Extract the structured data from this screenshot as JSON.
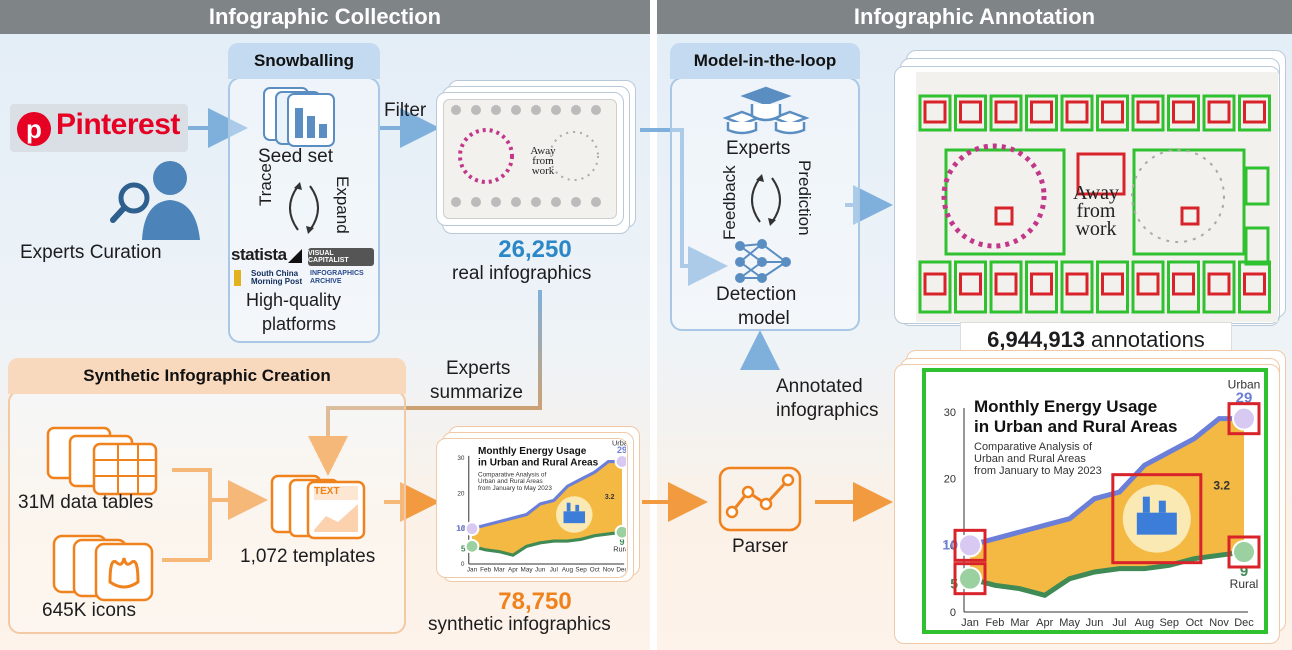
{
  "headers": {
    "collection": "Infographic Collection",
    "annotation": "Infographic Annotation"
  },
  "curation": {
    "brand": "Pinterest",
    "label": "Experts Curation"
  },
  "snowball": {
    "title": "Snowballing",
    "seed": "Seed set",
    "trace": "Trace",
    "expand": "Expand",
    "platforms": [
      "statista",
      "VISUAL CAPITALIST",
      "South China Morning Post",
      "INFOGRAPHICS ARCHIVE"
    ],
    "label1": "High-quality",
    "label2": "platforms"
  },
  "filter": "Filter",
  "real": {
    "count": "26,250",
    "label": "real infographics",
    "thumb_title": "Away from work"
  },
  "summarize": {
    "l1": "Experts",
    "l2": "summarize"
  },
  "synthetic": {
    "title": "Synthetic Infographic Creation",
    "tables": "31M data tables",
    "icons": "645K icons",
    "templates": "1,072 templates",
    "tpl_text": "TEXT",
    "count": "78,750",
    "label": "synthetic infographics"
  },
  "loop": {
    "title": "Model-in-the-loop",
    "experts": "Experts",
    "feedback": "Feedback",
    "prediction": "Prediction",
    "det1": "Detection",
    "det2": "model"
  },
  "annotated": {
    "l1": "Annotated",
    "l2": "infographics"
  },
  "parser": "Parser",
  "annotations": {
    "count": "6,944,913",
    "label": "annotations"
  },
  "colors": {
    "blue": "#2b88c8",
    "orange": "#f0821e",
    "green": "#2fc12f",
    "red": "#d8232a"
  },
  "chart_data": {
    "type": "area",
    "title": "Monthly Energy Usage in Urban and Rural Areas",
    "title_l1": "Monthly Energy Usage",
    "title_l2": "in Urban and Rural Areas",
    "subtitle": "Comparative Analysis of Urban and Rural Areas from January to May 2023",
    "sub_l1": "Comparative Analysis of",
    "sub_l2": "Urban and Rural Areas",
    "sub_l3": "from January to May 2023",
    "categories": [
      "Jan",
      "Feb",
      "Mar",
      "Apr",
      "May",
      "Jun",
      "Jul",
      "Aug",
      "Sep",
      "Oct",
      "Nov",
      "Dec"
    ],
    "series": [
      {
        "name": "Urban",
        "values": [
          10,
          11,
          12,
          13,
          14,
          17,
          18,
          22,
          24,
          26,
          29,
          29
        ]
      },
      {
        "name": "Rural",
        "values": [
          5,
          4,
          3.5,
          2.5,
          5,
          6,
          6.5,
          6.5,
          7,
          8,
          8.5,
          9
        ]
      }
    ],
    "yticks": [
      "0",
      "10",
      "20",
      "30"
    ],
    "ylim": [
      0,
      30
    ],
    "start_urban": "10",
    "start_rural": "5",
    "end_urban": "29",
    "end_rural": "9",
    "diff": "3.2",
    "urban_label": "Urban",
    "rural_label": "Rural"
  }
}
